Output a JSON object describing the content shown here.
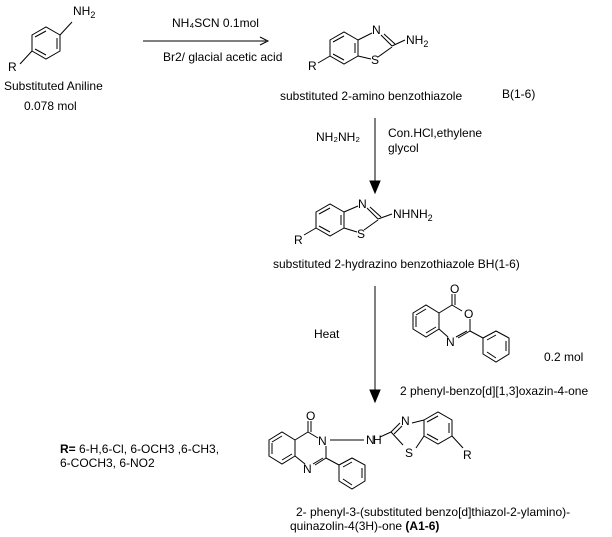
{
  "labels": {
    "aniline_name": "Substituted Aniline",
    "aniline_amount": "0.078 mol",
    "reagent1_top": "NH₄SCN  0.1mol",
    "reagent1_bottom": "Br2/ glacial acetic acid",
    "compound_b_name": "substituted 2-amino benzothiazole",
    "compound_b_code": "B(1-6)",
    "reagent2_left": "NH₂NH₂",
    "reagent2_right_line1": "Con.HCl,ethylene",
    "reagent2_right_line2": "glycol",
    "compound_bh_name": "substituted 2-hydrazino benzothiazole BH(1-6)",
    "heat": "Heat",
    "oxazinone_amount": "0.2 mol",
    "oxazinone_name": "2 phenyl-benzo[d][1,3]oxazin-4-one",
    "r_groups_label": "R=",
    "r_groups_line1": " 6-H,6-Cl, 6-OCH3 ,6-CH3,",
    "r_groups_line2": "6-COCH3, 6-NO2",
    "product_name_line1": "2- phenyl-3-(substituted benzo[d]thiazol-2-ylamino)-",
    "product_name_line2": "quinazolin-4(3H)-one",
    "product_code": "(A1-6)"
  },
  "atoms": {
    "nh2": "NH",
    "sub2": "2",
    "r": "R",
    "n": "N",
    "s": "S",
    "o": "O",
    "nhnh2": "NHNH",
    "nh": "N",
    "h": "H"
  }
}
